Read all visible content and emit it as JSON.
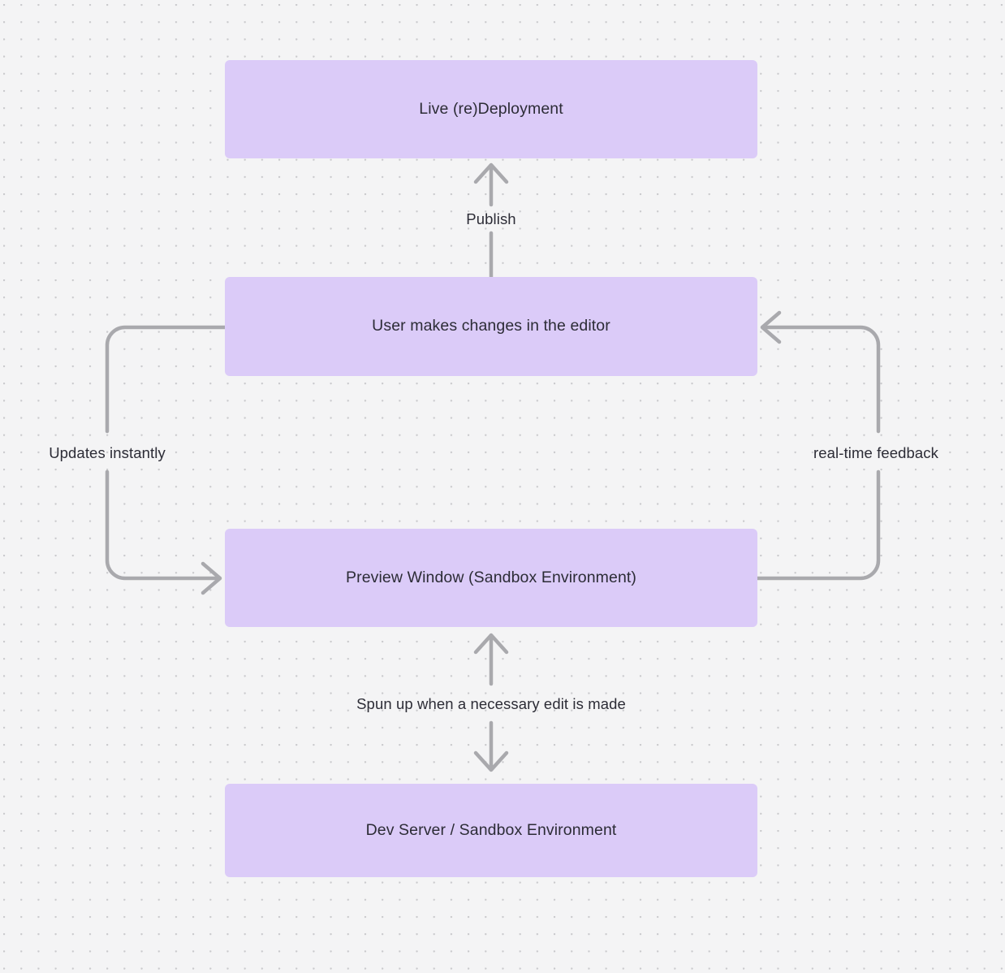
{
  "diagram": {
    "type": "flowchart",
    "background_color": "#f4f4f5",
    "grid": "dot-grid",
    "node_fill_color": "#dbcbf8",
    "node_text_color": "#2c2c36",
    "edge_color": "#a9a9ad",
    "nodes": [
      {
        "id": "live-deployment",
        "label": "Live (re)Deployment"
      },
      {
        "id": "user-edits",
        "label": "User makes changes in the editor"
      },
      {
        "id": "preview-window",
        "label": "Preview Window (Sandbox Environment)"
      },
      {
        "id": "dev-server",
        "label": "Dev Server / Sandbox Environment"
      }
    ],
    "edges": [
      {
        "id": "publish",
        "from": "user-edits",
        "to": "live-deployment",
        "label": "Publish",
        "direction": "up"
      },
      {
        "id": "updates-instantly",
        "from": "user-edits",
        "to": "preview-window",
        "label": "Updates instantly",
        "direction": "left-loop-down"
      },
      {
        "id": "real-time-feedback",
        "from": "preview-window",
        "to": "user-edits",
        "label": "real-time feedback",
        "direction": "right-loop-up"
      },
      {
        "id": "spun-up",
        "from": "dev-server",
        "to": "preview-window",
        "label": "Spun up when a necessary edit is made",
        "direction": "bidirectional-vertical"
      }
    ]
  }
}
